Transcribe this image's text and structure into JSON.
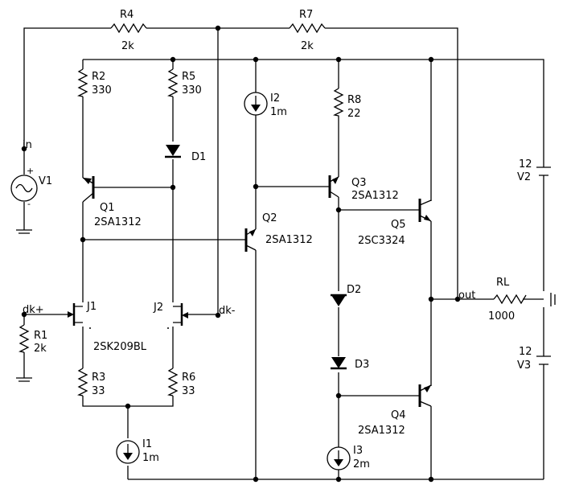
{
  "resistors": {
    "r4": {
      "name": "R4",
      "value": "2k"
    },
    "r7": {
      "name": "R7",
      "value": "2k"
    },
    "r2": {
      "name": "R2",
      "value": "330"
    },
    "r5": {
      "name": "R5",
      "value": "330"
    },
    "r8": {
      "name": "R8",
      "value": "22"
    },
    "r1": {
      "name": "R1",
      "value": "2k"
    },
    "r3": {
      "name": "R3",
      "value": "33"
    },
    "r6": {
      "name": "R6",
      "value": "33"
    },
    "rl": {
      "name": "RL",
      "value": "1000"
    }
  },
  "sources": {
    "v1": {
      "name": "V1"
    },
    "v2": {
      "name": "V2",
      "value": "12"
    },
    "v3": {
      "name": "V3",
      "value": "12"
    },
    "i1": {
      "name": "I1",
      "value": "1m"
    },
    "i2": {
      "name": "I2",
      "value": "1m"
    },
    "i3": {
      "name": "I3",
      "value": "2m"
    }
  },
  "transistors": {
    "q1": {
      "name": "Q1",
      "model": "2SA1312"
    },
    "q2": {
      "name": "Q2",
      "model": "2SA1312"
    },
    "q3": {
      "name": "Q3",
      "model": "2SA1312"
    },
    "q4": {
      "name": "Q4",
      "model": "2SA1312"
    },
    "q5": {
      "name": "Q5",
      "model": "2SC3324"
    },
    "j1": {
      "name": "J1"
    },
    "j2": {
      "name": "J2"
    },
    "jfet_model": "2SK209BL"
  },
  "diodes": {
    "d1": {
      "name": "D1"
    },
    "d2": {
      "name": "D2"
    },
    "d3": {
      "name": "D3"
    }
  },
  "nodes": {
    "in": "in",
    "out": "out",
    "dk_plus": "dk+",
    "dk_minus": "dk-"
  },
  "source_marks": {
    "plus": "+",
    "minus": "-"
  }
}
